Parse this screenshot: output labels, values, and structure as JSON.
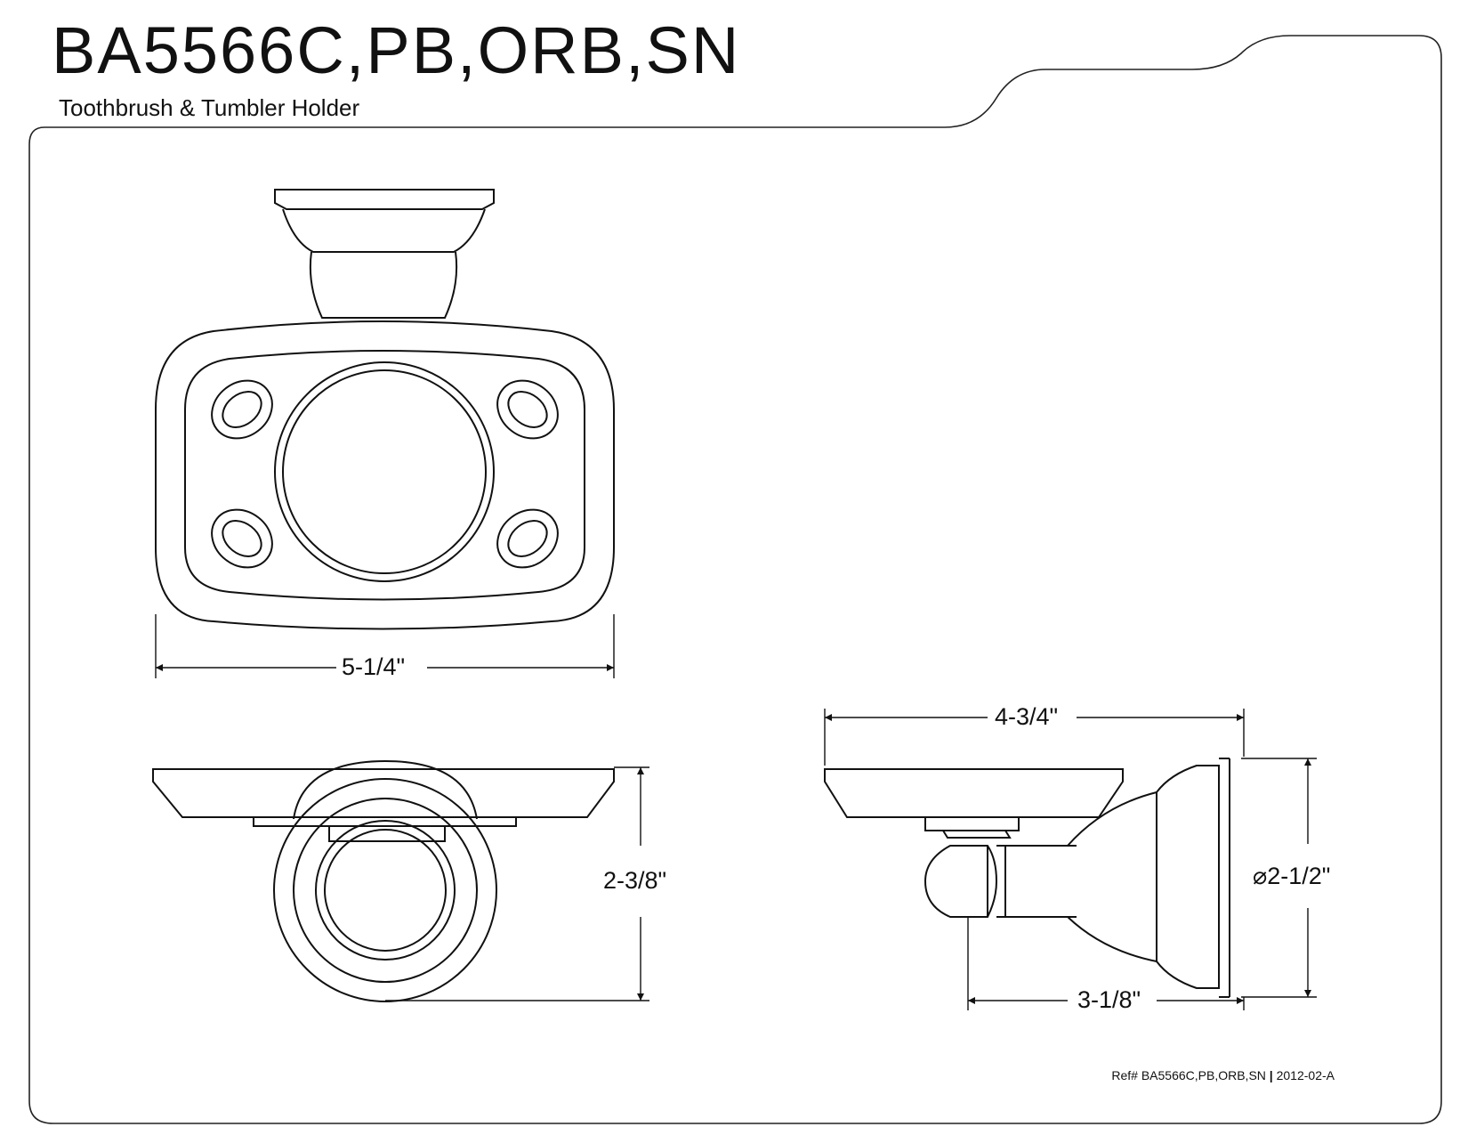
{
  "header": {
    "model": "BA5566C,PB,ORB,SN",
    "product_name": "Toothbrush & Tumbler Holder"
  },
  "dimensions": {
    "width_front": "5-1/4\"",
    "height_side": "2-3/8\"",
    "projection": "4-3/4\"",
    "flange_diameter": "⌀2-1/2\"",
    "mount_depth": "3-1/8\""
  },
  "footer": {
    "ref_label": "Ref# BA5566C,PB,ORB,SN",
    "separator": "|",
    "revision": "2012-02-A"
  }
}
